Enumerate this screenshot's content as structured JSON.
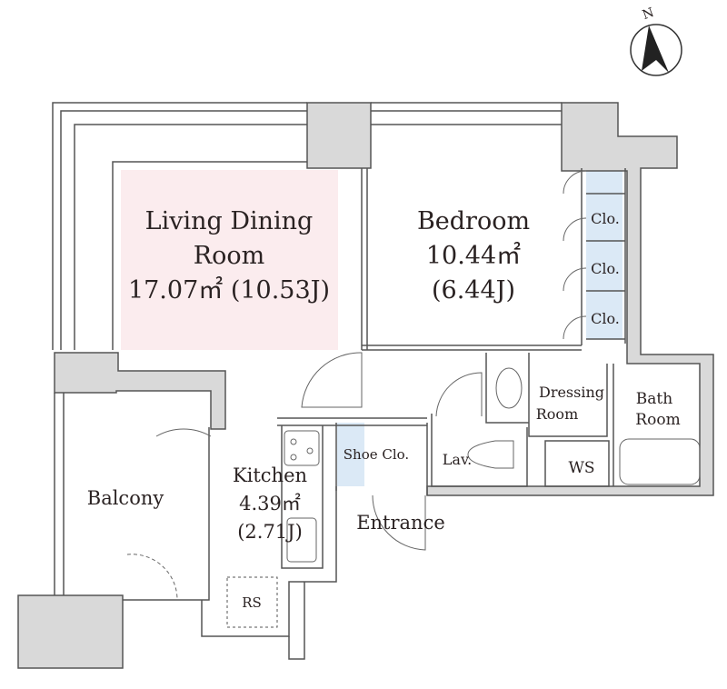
{
  "compass": {
    "label": "N"
  },
  "rooms": {
    "living": {
      "name_line1": "Living Dining",
      "name_line2": "Room",
      "area": "17.07㎡ (10.53J)"
    },
    "bedroom": {
      "name": "Bedroom",
      "area": "10.44㎡",
      "jo": "(6.44J)"
    },
    "closets": [
      "Clo.",
      "Clo.",
      "Clo."
    ],
    "kitchen": {
      "name": "Kitchen",
      "area": "4.39㎡",
      "jo": "(2.71J)"
    },
    "balcony": {
      "name": "Balcony"
    },
    "shoe_closet": {
      "name": "Shoe Clo."
    },
    "lavatory": {
      "name": "Lav."
    },
    "dressing": {
      "name_line1": "Dressing",
      "name_line2": "Room"
    },
    "bath": {
      "name_line1": "Bath",
      "name_line2": "Room"
    },
    "washer_space": {
      "name": "WS"
    },
    "refuse_storage": {
      "name": "RS"
    },
    "entrance": {
      "name": "Entrance"
    }
  },
  "colors": {
    "living_fill": "#fbecee",
    "closet_fill": "#dbe9f6",
    "wall_fill": "#d9d9d9"
  }
}
